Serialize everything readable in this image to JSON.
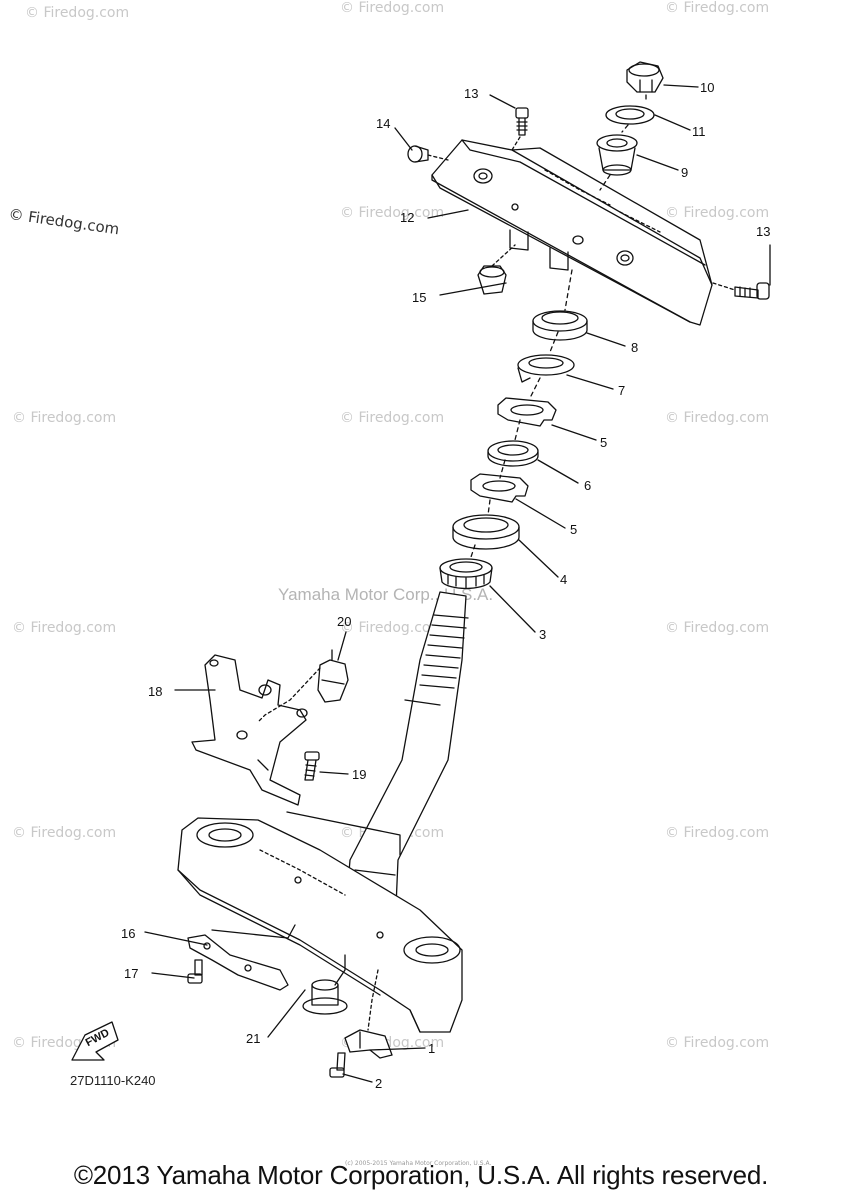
{
  "watermark_text": "© Firedog.com",
  "left_watermark": "© Firedog.com",
  "center_watermark": "Yamaha Motor Corp., U.S.A.",
  "diagram_code": "27D1110-K240",
  "fwd_label": "FWD",
  "fineprint": "(c) 2005-2015 Yamaha Motor Corporation, U.S.A.",
  "copyright": "©2013 Yamaha Motor Corporation, U.S.A. All rights reserved.",
  "callouts": {
    "c1": "1",
    "c2": "2",
    "c3": "3",
    "c4": "4",
    "c5a": "5",
    "c5b": "5",
    "c6": "6",
    "c7": "7",
    "c8": "8",
    "c9": "9",
    "c10": "10",
    "c11": "11",
    "c12": "12",
    "c13a": "13",
    "c13b": "13",
    "c14": "14",
    "c15": "15",
    "c16": "16",
    "c17": "17",
    "c18": "18",
    "c19": "19",
    "c20": "20",
    "c21": "21"
  }
}
